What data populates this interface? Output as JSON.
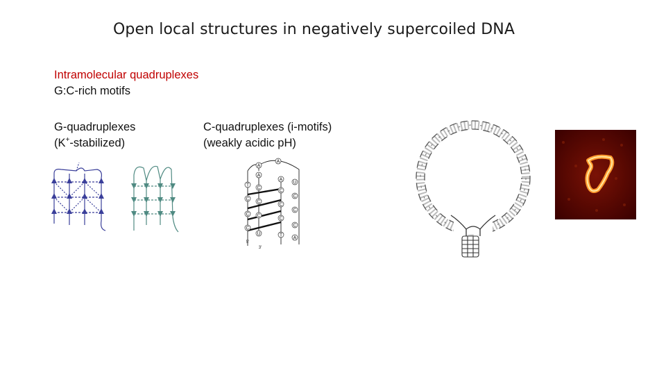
{
  "title": "Open local structures in negatively supercoiled DNA",
  "heading": {
    "line1": "Intramolecular quadruplexes",
    "line2": "G:C-rich motifs"
  },
  "g_quadruplex": {
    "line1": "G-quadruplexes",
    "line2_prefix": "(K",
    "line2_sup": "+",
    "line2_suffix": "-stabilized)"
  },
  "c_quadruplex": {
    "line1": "C-quadruplexes (i-motifs)",
    "line2": "(weakly acidic pH)"
  },
  "colors": {
    "heading": "#c00000",
    "g4_blue": "#3a3f9a",
    "g4_teal": "#4f8a82",
    "afm_dark": "#3a0000",
    "afm_bright": "#ffb347"
  }
}
